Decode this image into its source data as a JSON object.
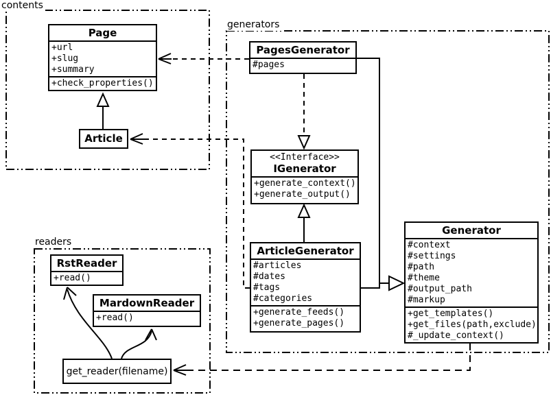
{
  "packages": {
    "contents": {
      "label": "contents"
    },
    "generators": {
      "label": "generators"
    },
    "readers": {
      "label": "readers"
    }
  },
  "classes": {
    "page": {
      "name": "Page",
      "attributes": [
        "+url",
        "+slug",
        "+summary"
      ],
      "methods": [
        "+check_properties()"
      ]
    },
    "article": {
      "name": "Article"
    },
    "pages_generator": {
      "name": "PagesGenerator",
      "attributes": [
        "#pages"
      ]
    },
    "igenerator": {
      "stereotype": "<<Interface>>",
      "name": "IGenerator",
      "methods": [
        "+generate_context()",
        "+generate_output()"
      ]
    },
    "article_generator": {
      "name": "ArticleGenerator",
      "attributes": [
        "#articles",
        "#dates",
        "#tags",
        "#categories"
      ],
      "methods": [
        "+generate_feeds()",
        "+generate_pages()"
      ]
    },
    "generator": {
      "name": "Generator",
      "attributes": [
        "#context",
        "#settings",
        "#path",
        "#theme",
        "#output_path",
        "#markup"
      ],
      "methods": [
        "+get_templates()",
        "+get_files(path,exclude)",
        "#_update_context()"
      ]
    },
    "rst_reader": {
      "name": "RstReader",
      "methods": [
        "+read()"
      ]
    },
    "mardown_reader": {
      "name": "MardownReader",
      "methods": [
        "+read()"
      ]
    },
    "get_reader": {
      "label": "get_reader(filename)"
    }
  },
  "relationships": {
    "article_extends_page": "generalization",
    "article_generator_extends_generator": "generalization",
    "pages_generator_extends_generator": "generalization",
    "article_generator_realizes_igenerator": "generalization",
    "pages_generator_depends_igenerator": "dashed-realization",
    "pages_generator_depends_page": "dependency",
    "article_generator_depends_article": "dependency",
    "generator_depends_get_reader": "dependency",
    "get_reader_to_rst_reader": "association",
    "get_reader_to_mardown_reader": "association"
  },
  "colors": {
    "line": "#000000",
    "background": "#ffffff"
  }
}
